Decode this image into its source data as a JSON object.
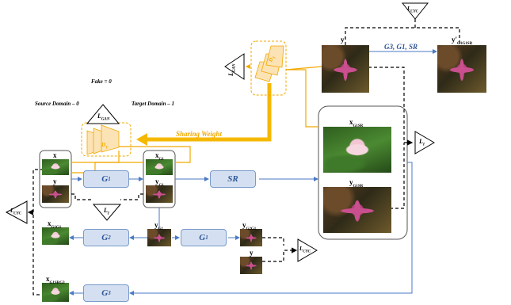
{
  "labels": {
    "l_cyc": "L",
    "l_cyc_sub": "CYC",
    "l_gan": "L",
    "l_gan_sub": "GAN",
    "l_i": "L",
    "l_i_sub": "I",
    "fake": "Fake = 0",
    "source_domain": "Source Domain – 0",
    "target_domain": "Target Domain – 1",
    "sharing_weight": "Sharing Weight",
    "disc_1": "D",
    "disc_2": "D",
    "disc_3": "D",
    "disc_sub": "T"
  },
  "generators": {
    "g1_top": "G",
    "g1_sub": "1",
    "g2": "G",
    "g2_sub": "2",
    "g1_bottom": "G",
    "g1b_sub": "1",
    "g3": "G",
    "g3_sub": "3",
    "sr": "SR"
  },
  "images": {
    "x": "x",
    "y": "y",
    "x_g1": "x",
    "x_g1_sub": "G1",
    "y_g1": "y",
    "y_g1_sub": "G1",
    "x_g1g1": "x",
    "x_g1g1_sub": "G1G1",
    "y_g1_mid": "y",
    "y_g1_mid_sub": "G1",
    "y_g2g1": "y",
    "y_g2g1_sub": "G2G1",
    "y_bottom": "y",
    "x_g1srg3": "x",
    "x_g1srg3_sub": "G1SRG3",
    "x_g1sr": "x",
    "x_g1sr_sub": "G1SR",
    "y_g1sr": "y",
    "y_g1sr_sub": "G1SR",
    "y_prime": "y'",
    "y_prime_g1sr": "y'",
    "y_prime_g1sr_sub": "G1G1SR",
    "g3_g1_sr": "G3, G1, SR"
  },
  "colors": {
    "blue_arrow": "#4a79c4",
    "orange": "#f2a900",
    "generator_fill": "#d4e0f1",
    "black": "#000000"
  }
}
